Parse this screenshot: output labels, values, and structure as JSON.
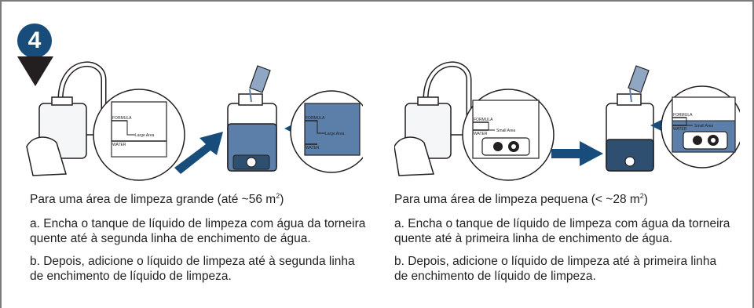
{
  "step": {
    "number": "4"
  },
  "left": {
    "heading_prefix": "Para uma área de limpeza grande (até ~56 m",
    "heading_sup": "2",
    "heading_suffix": ")",
    "step_a": "a. Encha o tanque de líquido de limpeza com água da torneira quente até à segunda linha de enchimento de água.",
    "step_b": "b. Depois, adicione o líquido de limpeza até à segunda linha de enchimento de líquido de limpeza.",
    "labels": {
      "formula": "FORMULA",
      "water": "WATER",
      "area": "Large Area"
    }
  },
  "right": {
    "heading_prefix": "Para uma área de limpeza pequena (< ~28 m",
    "heading_sup": "2",
    "heading_suffix": ")",
    "step_a": "a. Encha o tanque de líquido de limpeza com água da torneira quente até à primeira linha de enchimento de água.",
    "step_b": "b. Depois, adicione o líquido de limpeza até à primeira linha de enchimento de líquido de limpeza.",
    "labels": {
      "formula": "FORMULA",
      "water": "WATER",
      "area": "Small Area"
    }
  },
  "colors": {
    "accent": "#184c7a",
    "liquid": "#5b7fa8",
    "liquid_light": "#a8bfd8",
    "outline": "#231f20"
  }
}
